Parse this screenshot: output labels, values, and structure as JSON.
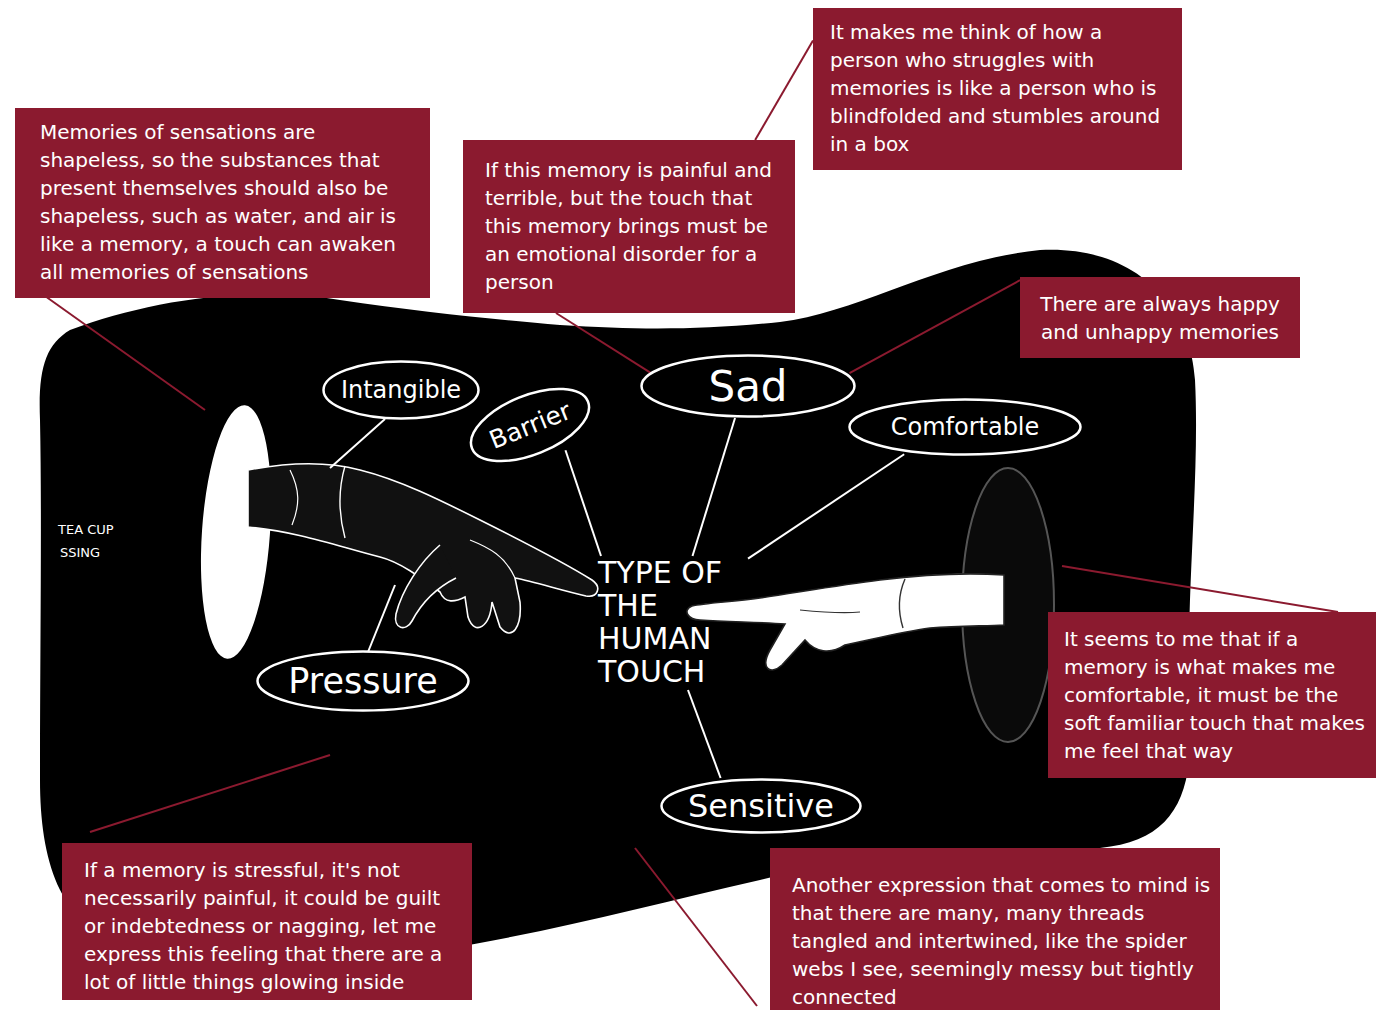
{
  "diagram": {
    "nodes": [
      {
        "text": [
          "It makes me think of how a person who struggles with memories is like a person who is blindfolded and stumbles around in a box"
        ]
      },
      {
        "text": [
          "Memories of sensations are shapeless, so the substances that present themselves should also be shapeless, such as water, and air is like a memory, a touch can awaken all memories of sensations"
        ]
      },
      {
        "text": [
          "If this memory is painful and terrible, but the touch that this memory brings must be an emotional disorder for a person"
        ]
      },
      {
        "text": [
          "There are always happy and unhappy memories"
        ]
      },
      {
        "text": [
          "Intangible"
        ]
      },
      {
        "text": [
          "Sad"
        ]
      },
      {
        "text": [
          "Barrier"
        ]
      },
      {
        "text": [
          "Comfortable"
        ]
      },
      {
        "text": [
          "TYPE OF THE HUMAN TOUCH"
        ]
      },
      {
        "text": [
          "It seems to me that if a memory is what makes me comfortable, it must be the soft familiar touch that makes me feel that way"
        ]
      },
      {
        "text": [
          "Pressure"
        ]
      },
      {
        "text": [
          "Sensitive"
        ]
      },
      {
        "text": [
          "If a memory is stressful, it's not necessarily painful, it could be guilt or indebtedness or nagging, let me express this feeling that there are a lot of little things glowing inside"
        ]
      },
      {
        "text": [
          "Another expression that comes to mind is that there are many, many threads tangled and intertwined, like the spider webs I see, seemingly messy but tightly connected"
        ]
      }
    ],
    "edges": [
      {
        "from": 0,
        "to": 2,
        "arrow": "none"
      },
      {
        "from": 2,
        "to": 5,
        "arrow": "none"
      },
      {
        "from": 3,
        "to": 5,
        "arrow": "none"
      },
      {
        "from": 6,
        "to": 8,
        "arrow": "none"
      },
      {
        "from": 5,
        "to": 8,
        "arrow": "none"
      },
      {
        "from": 7,
        "to": 8,
        "arrow": "none"
      },
      {
        "from": 11,
        "to": 8,
        "arrow": "none"
      }
    ],
    "labels": [
      "TEA CUP",
      "SSING"
    ]
  }
}
